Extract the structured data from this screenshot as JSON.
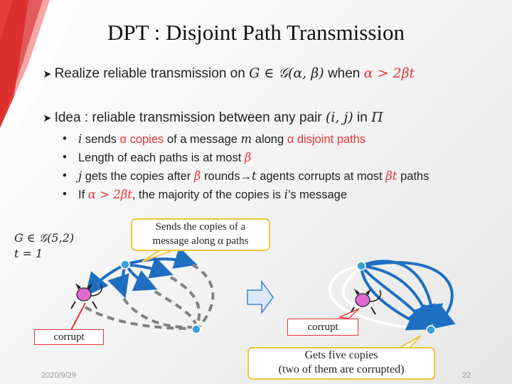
{
  "slide": {
    "title": "DPT : Disjoint Path Transmission",
    "bullet1": {
      "lead": "Realize reliable transmission on ",
      "formula": "G ∈ 𝒢(α, β)",
      "mid": " when ",
      "condition": "α > 2βt"
    },
    "bullet2": {
      "lead": "Idea : reliable transmission between any pair ",
      "pair": "(i, j)",
      "mid": " in ",
      "set": "Π"
    },
    "sub_bullets": [
      {
        "parts": [
          {
            "text": "i",
            "style": "math"
          },
          {
            "text": " sends ",
            "style": "plain"
          },
          {
            "text": "α copies",
            "style": "red"
          },
          {
            "text": " of a message ",
            "style": "plain"
          },
          {
            "text": "m",
            "style": "math"
          },
          {
            "text": " along ",
            "style": "plain"
          },
          {
            "text": "α disjoint paths",
            "style": "red"
          }
        ]
      },
      {
        "parts": [
          {
            "text": "Length of each paths is at most ",
            "style": "plain"
          },
          {
            "text": "β",
            "style": "redmath"
          }
        ]
      },
      {
        "parts": [
          {
            "text": "j",
            "style": "math"
          },
          {
            "text": " gets the copies after ",
            "style": "plain"
          },
          {
            "text": "β",
            "style": "redmath"
          },
          {
            "text": " rounds→",
            "style": "plain"
          },
          {
            "text": "t",
            "style": "math"
          },
          {
            "text": " agents corrupts at most ",
            "style": "plain"
          },
          {
            "text": "βt",
            "style": "redmath"
          },
          {
            "text": " paths",
            "style": "plain"
          }
        ]
      },
      {
        "parts": [
          {
            "text": "If ",
            "style": "plain"
          },
          {
            "text": "α > 2βt",
            "style": "redmath"
          },
          {
            "text": ", the majority of the copies is ",
            "style": "plain"
          },
          {
            "text": "i",
            "style": "math"
          },
          {
            "text": "’s message",
            "style": "plain"
          }
        ]
      }
    ],
    "params": {
      "line1": "G ∈ 𝒢(5,2)",
      "line2": "t = 1"
    },
    "callout_left": {
      "line1": "Sends the copies of a",
      "line2": "message along α paths"
    },
    "callout_right": {
      "line1": "Gets five copies",
      "line2": "(two of them are corrupted)"
    },
    "corrupt_label_left": "corrupt",
    "corrupt_label_right": "corrupt",
    "footer_date": "2020/9/29",
    "page_number": "22",
    "colors": {
      "accent_red": "#e8333a",
      "path_blue": "#1f6fc0",
      "path_gray": "#808080",
      "callout_border": "#f2c53b",
      "agent_pink": "#e06ad0",
      "transition_arrow": "#dce8f8"
    },
    "icons": [
      "arrowhead-bullet-icon",
      "devil-agent-icon",
      "right-arrow-icon",
      "node-dot-icon"
    ]
  }
}
